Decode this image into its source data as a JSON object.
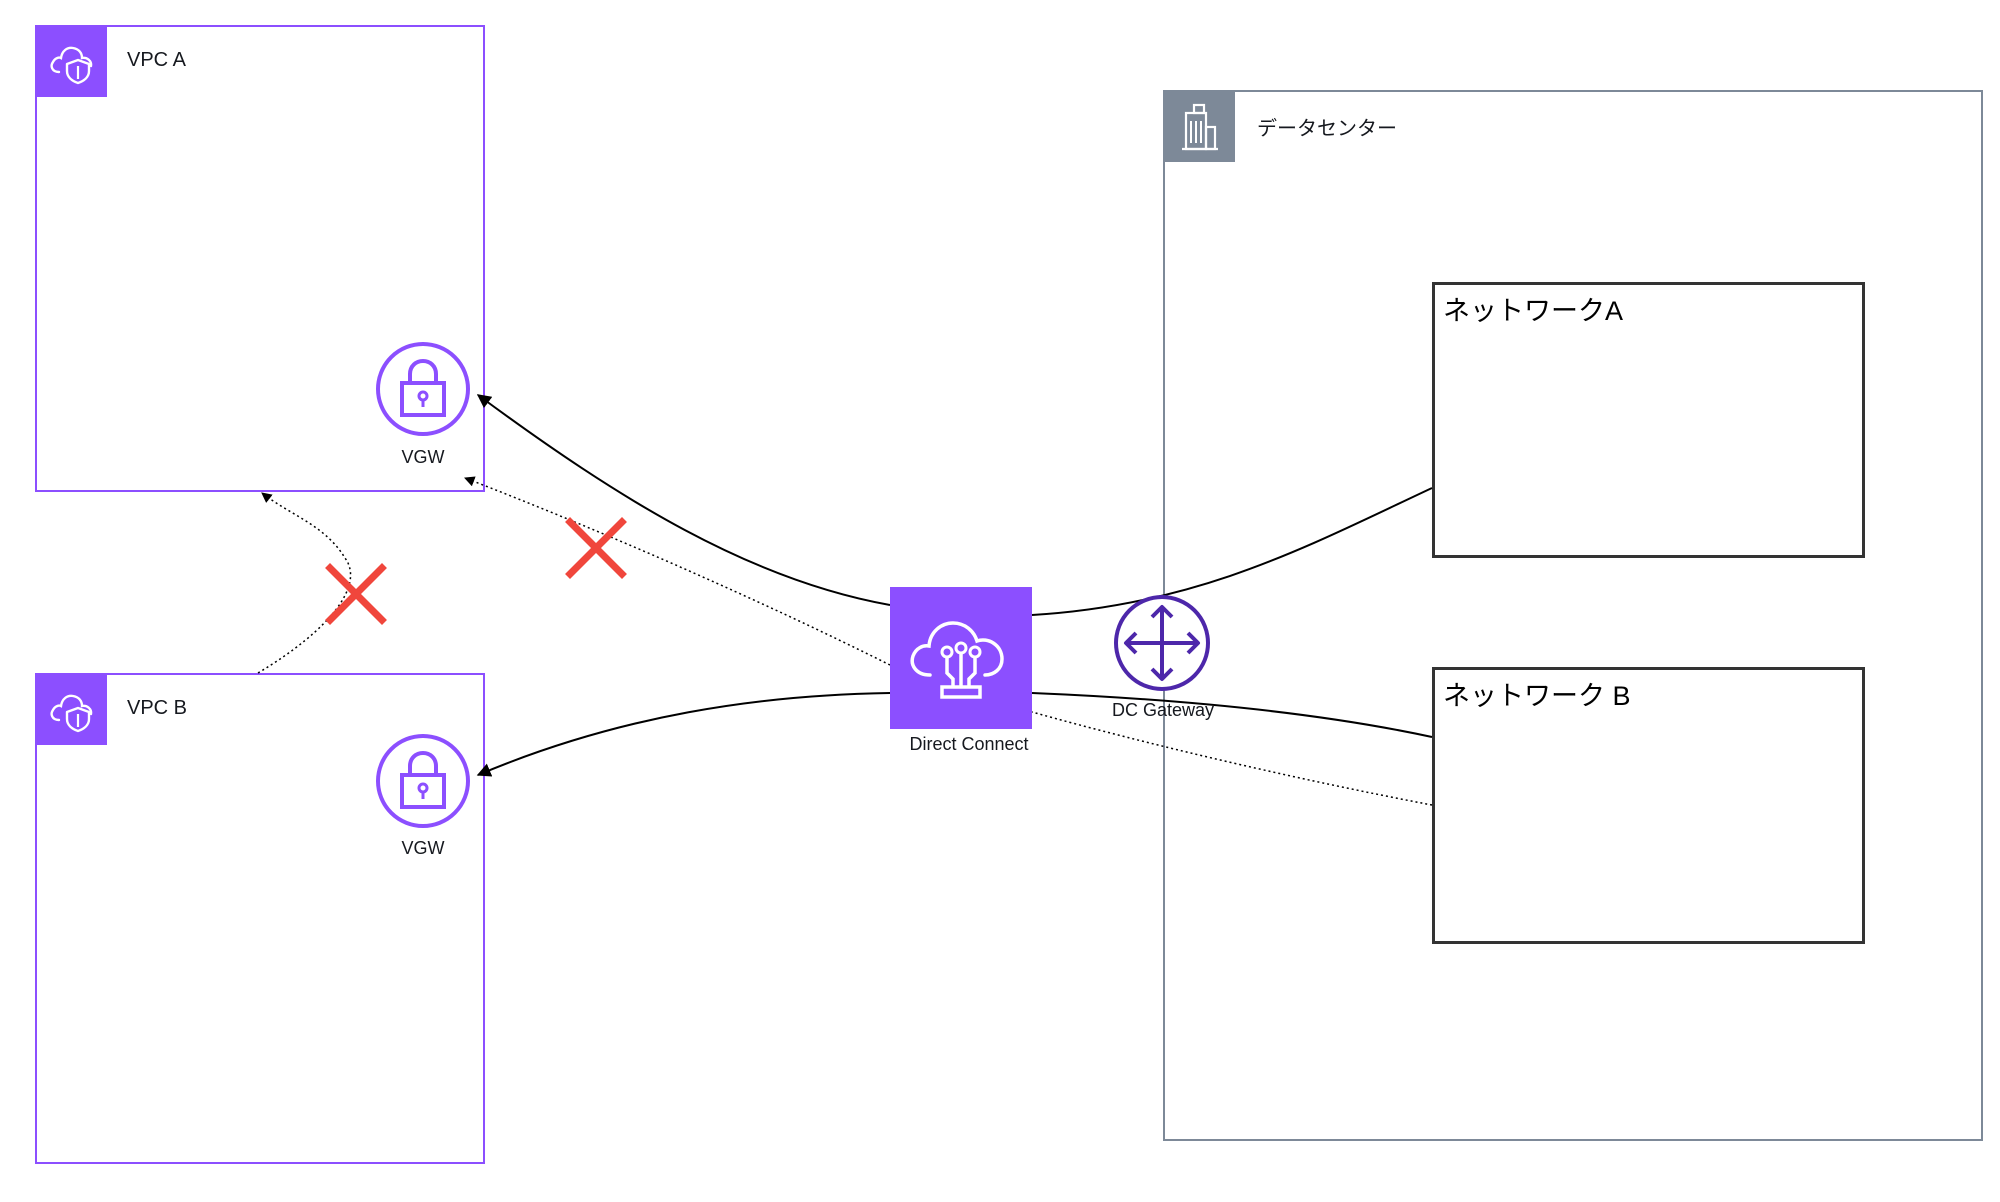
{
  "vpc_a": {
    "label": "VPC A",
    "vgw_label": "VGW",
    "badge_icon": "cloud-shield-icon",
    "vgw_icon": "lock-icon"
  },
  "vpc_b": {
    "label": "VPC B",
    "vgw_label": "VGW",
    "badge_icon": "cloud-shield-icon",
    "vgw_icon": "lock-icon"
  },
  "datacenter": {
    "label": "データセンター",
    "badge_icon": "building-icon",
    "networks": [
      {
        "label": "ネットワークA"
      },
      {
        "label": "ネットワーク B"
      }
    ]
  },
  "direct_connect": {
    "label": "Direct Connect",
    "icon": "direct-connect-icon"
  },
  "dc_gateway": {
    "label": "DC Gateway",
    "icon": "router-arrows-icon"
  },
  "colors": {
    "vpc_border": "#8C4FFF",
    "datacenter_border": "#7D8998",
    "blocked_mark": "#F0463C",
    "connection_line": "#000000"
  }
}
